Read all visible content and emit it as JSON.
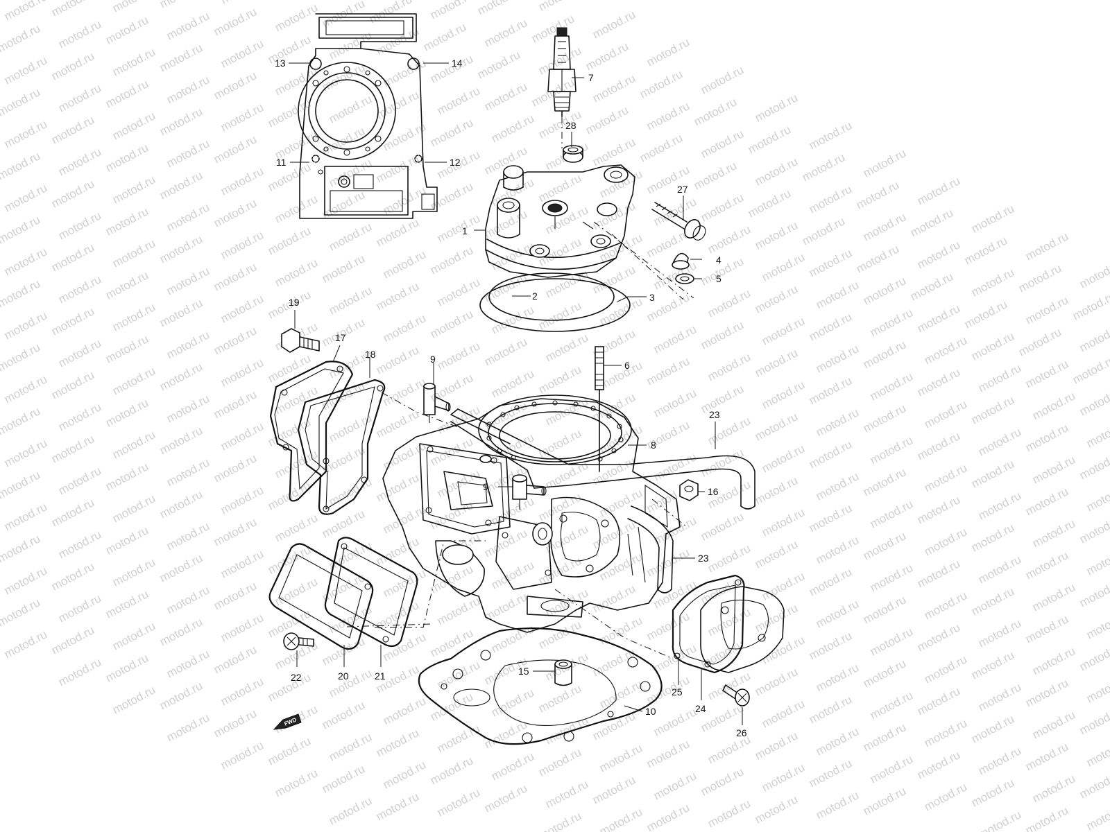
{
  "watermark": {
    "text": "motod.ru",
    "color": "#d0d0d0"
  },
  "fwd_label": "FWD",
  "callouts": [
    "1",
    "2",
    "3",
    "4",
    "5",
    "6",
    "7",
    "8",
    "9",
    "9",
    "10",
    "11",
    "12",
    "13",
    "14",
    "15",
    "16",
    "17",
    "18",
    "19",
    "20",
    "21",
    "22",
    "23",
    "23",
    "24",
    "25",
    "26",
    "27",
    "28"
  ],
  "parts": {
    "cylinder_head": "1",
    "head_o_ring_inner": "2",
    "head_o_ring_outer": "3",
    "head_nut": "4",
    "head_washer": "5",
    "stud": "6",
    "spark_plug": "7",
    "cylinder": "8",
    "fitting_upper": "9",
    "fitting_lower": "9",
    "base_gasket": "10",
    "dowel_left": "11",
    "dowel_right": "12",
    "o_ring_left": "13",
    "o_ring_right": "14",
    "dowel_pin": "15",
    "nut": "16",
    "cover_gasket": "17",
    "cover_plate": "18",
    "bolt_cover": "19",
    "exhaust_cover": "20",
    "exhaust_gasket": "21",
    "bolt_exhaust": "22",
    "hose_upper": "23",
    "hose_lower": "23",
    "valve_cover": "24",
    "valve_gasket": "25",
    "bolt_valve": "26",
    "head_bolt": "27",
    "spark_washer": "28"
  }
}
